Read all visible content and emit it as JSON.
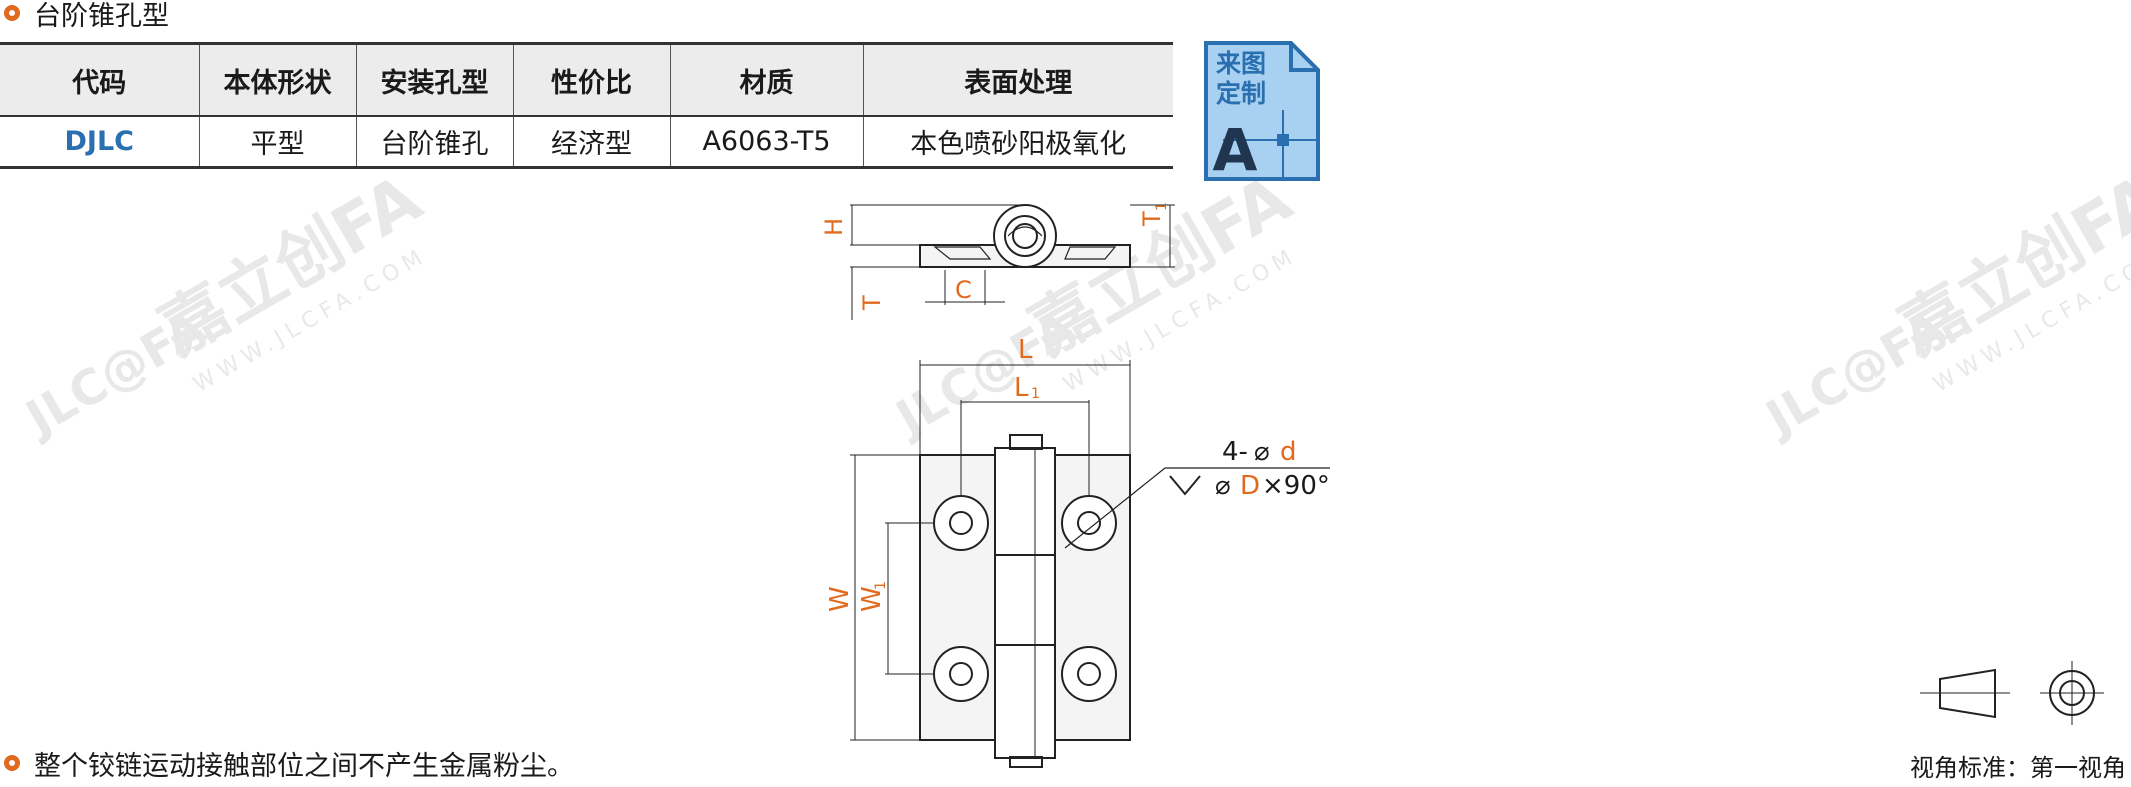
{
  "section": {
    "title": "台阶锥孔型"
  },
  "table": {
    "headers": [
      "代码",
      "本体形状",
      "安装孔型",
      "性价比",
      "材质",
      "表面处理"
    ],
    "rows": [
      [
        "DJLC",
        "平型",
        "台阶锥孔",
        "经济型",
        "A6063-T5",
        "本色喷砂阳极氧化"
      ]
    ]
  },
  "badge": {
    "line1": "来图",
    "line2": "定制",
    "letter": "A"
  },
  "watermark": {
    "brand": "嘉立创FA",
    "logo": "JLC@FA",
    "url": "WWW.JLCFA.COM"
  },
  "dimensions": {
    "H": "H",
    "T": "T",
    "T1": "T",
    "T1_sub": "1",
    "C": "C",
    "L": "L",
    "L1": "L",
    "L1_sub": "1",
    "W": "W",
    "W1": "W",
    "W1_sub": "1",
    "hole_count": "4-",
    "d": "d",
    "D": "D",
    "angle": "×90°"
  },
  "footnote": "整个铰链运动接触部位之间不产生金属粉尘。",
  "view_standard": "视角标准：第一视角",
  "colors": {
    "accent": "#e06a1e",
    "code_blue": "#2a6fb0",
    "badge_fill": "#a8d0f0",
    "badge_stroke": "#2a6fb0"
  }
}
